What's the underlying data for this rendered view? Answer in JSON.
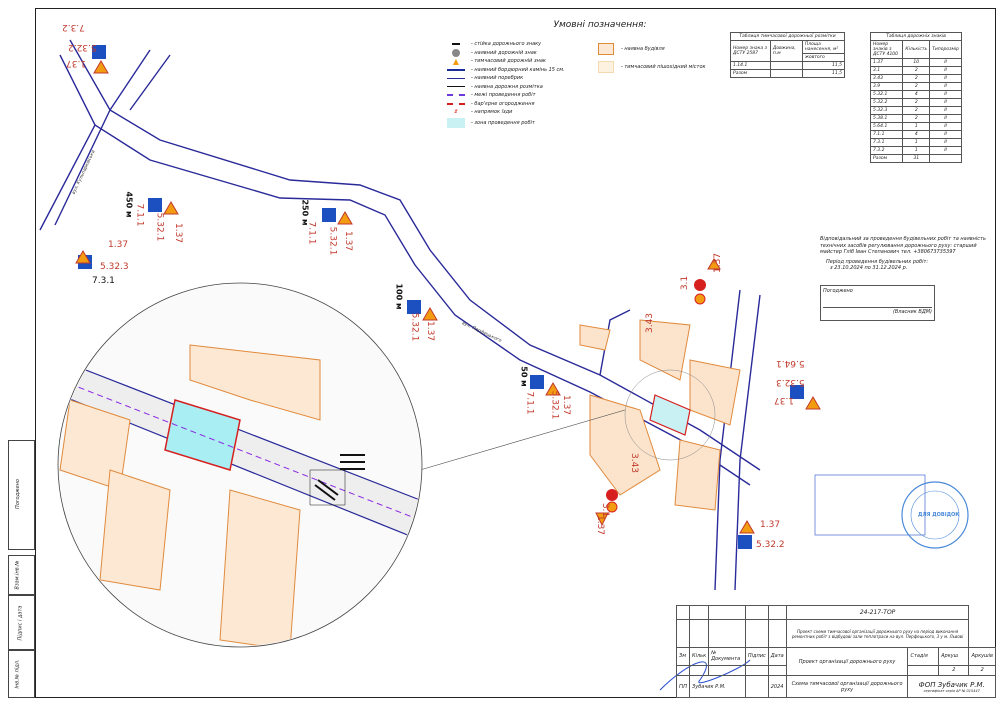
{
  "legend": {
    "title": "Умовні позначення:",
    "items": [
      "- стійка дорожнього знаку",
      "- наявний дорожній знак",
      "- тимчасовий дорожній знак",
      "- наявний бордюрний камінь 15 см.",
      "- наявний поребрик",
      "- наявна дорожня розмітка",
      "- межі проведення робіт",
      "- бар'єрне огородження",
      "- напрямок їзди",
      "- зона проведення робіт"
    ],
    "items2": [
      "- наявна будівля",
      "- тимчасовий пішохідний місток"
    ]
  },
  "marking_table": {
    "title": "Таблиця тимчасової дорожньої розмітки",
    "headers": [
      "Номер знака з ДСТУ 2587",
      "Довжина, п.м",
      "Площа нанесення, м²",
      "жовтого"
    ],
    "rows": [
      [
        "1.14.1",
        "",
        "11,5"
      ],
      [
        "Разом",
        "",
        "11,5"
      ]
    ]
  },
  "signs_table": {
    "title": "Таблиця дорожніх знаків",
    "headers": [
      "Номер знаків з ДСТУ 4100",
      "Кількість",
      "Типорозмір"
    ],
    "rows": [
      [
        "1.37",
        "10",
        "ІІ"
      ],
      [
        "3.1",
        "2",
        "ІІ"
      ],
      [
        "3.43",
        "2",
        "ІІ"
      ],
      [
        "3.9",
        "2",
        "ІІ"
      ],
      [
        "5.32.1",
        "4",
        "ІІ"
      ],
      [
        "5.32.2",
        "2",
        "ІІ"
      ],
      [
        "5.32.3",
        "2",
        "ІІ"
      ],
      [
        "5.38.1",
        "2",
        "ІІ"
      ],
      [
        "5.64.1",
        "1",
        "ІІ"
      ],
      [
        "7.1.1",
        "4",
        "ІІ"
      ],
      [
        "7.3.1",
        "1",
        "ІІ"
      ],
      [
        "7.3.2",
        "1",
        "ІІ"
      ],
      [
        "Разом",
        "31",
        ""
      ]
    ]
  },
  "note": {
    "responsible": "Відповідальний за проведення будівельних робіт та наявність технічних засобів регулювання дорожнього руху: старший майстер Гліб Іван Степанович тел. +380673735397",
    "period_title": "Період проведення будівельних робіт:",
    "period": "з 23.10.2024 по 31.12.2024 р."
  },
  "agree": {
    "label": "Погоджено",
    "role": "(Власник ВДМ)"
  },
  "signs": {
    "s1": [
      "7.3.2",
      "5.32.2",
      "1.37"
    ],
    "s2": [
      "1.37",
      "5.32.3",
      "7.3.1"
    ],
    "s3": [
      "450 м",
      "7.1.1",
      "5.32.1",
      "1.37"
    ],
    "s4": [
      "250 м",
      "7.1.1",
      "5.32.1",
      "1.37"
    ],
    "s5": [
      "100 м",
      "5.32.1",
      "1.37"
    ],
    "s6": [
      "50 м",
      "7.1.1",
      "5.32.1",
      "1.37"
    ],
    "s7": [
      "3.1",
      "1.37"
    ],
    "s8": [
      "3.43"
    ],
    "s9": [
      "5.64.1",
      "5.32.3",
      "1.37"
    ],
    "s10": [
      "3.43",
      "3.1",
      "1.37"
    ],
    "s11": [
      "1.37",
      "5.32.2"
    ]
  },
  "streets": {
    "a": "вул. Перфецького",
    "b": "вул. Кульпарківська"
  },
  "title_block": {
    "code": "24-217-ТОР",
    "project_desc": "Проект схеми тимчасової організації дорожнього руху на період виконання ремонтних робіт з відбудові зали теплотраси на вул. Перфецького, 3 у м. Львові",
    "headers": [
      "Зм",
      "Кільк",
      "№ Документа",
      "Підпис",
      "Дата"
    ],
    "stage_headers": [
      "Стадія",
      "Аркуш",
      "Аркушів"
    ],
    "sheet": "2",
    "sheets": "2",
    "section": "Проект організації дорожнього руху",
    "role": "ГІП",
    "person": "Зубачик Р.М.",
    "year": "2024",
    "sheet_name": "Схема тимчасової організації дорожнього руху",
    "company": "ФОП Зубачик Р.М.",
    "cert": "сертифікат серія АР № 015447"
  },
  "side": [
    "Погоджено",
    "Взам.інв.№",
    "Підпис і дата",
    "Інв.№ підл."
  ],
  "stamp": {
    "text": "ДЛЯ ДОВІДОК"
  }
}
